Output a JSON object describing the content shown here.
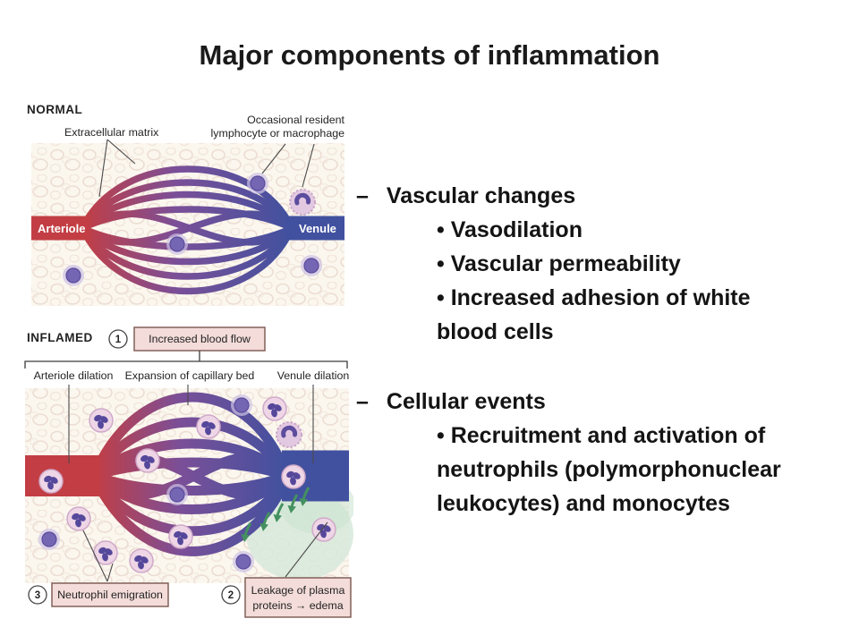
{
  "slide": {
    "title": "Major components of inflammation"
  },
  "outline": {
    "dash_char": "–",
    "bullet_char": "•",
    "sections": [
      {
        "heading": "Vascular changes",
        "items": [
          "Vasodilation",
          "Vascular permeability",
          "Increased adhesion of white blood cells"
        ]
      },
      {
        "heading": "Cellular events",
        "items": [
          "Recruitment and activation of neutrophils (polymorphonuclear leukocytes) and monocytes"
        ]
      }
    ]
  },
  "figure": {
    "normal_panel": {
      "label": "NORMAL",
      "extracellular_matrix_label": "Extracellular matrix",
      "resident_cell_label_line1": "Occasional resident",
      "resident_cell_label_line2": "lymphocyte or macrophage",
      "arteriole_label": "Arteriole",
      "venule_label": "Venule"
    },
    "inflamed_panel": {
      "label": "INFLAMED",
      "step1_number": "1",
      "step1_label": "Increased blood flow",
      "arteriole_dilation_label": "Arteriole dilation",
      "capillary_expansion_label": "Expansion of capillary bed",
      "venule_dilation_label": "Venule dilation",
      "step3_number": "3",
      "step3_label": "Neutrophil emigration",
      "step2_number": "2",
      "step2_label_line1": "Leakage of plasma",
      "step2_label_line2": "proteins → edema"
    },
    "colors": {
      "arteriole_red": "#c23e44",
      "venule_blue": "#41519f",
      "capillary_purple": "#7a4f98",
      "matrix_cream": "#fbf7ef",
      "label_box_pink": "#f3dcd9",
      "label_box_border": "#7a5550",
      "edema_green": "#d7e9da",
      "arrow_green": "#44915f"
    }
  }
}
